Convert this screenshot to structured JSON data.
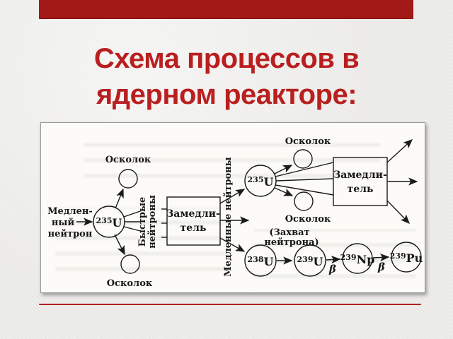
{
  "slide": {
    "title": {
      "line1": "Схема процессов в",
      "line2": "ядерном реакторе:"
    },
    "colors": {
      "top_bar": "#a31917",
      "title_text": "#b91f1f",
      "divider_line": "#b32222",
      "slide_background": "#e9e8e5",
      "panel_background": "#fcfbf8",
      "diagram_ink": "#1a1a1a"
    }
  },
  "diagram": {
    "slow_neutron": {
      "line1": "Медлен-",
      "line2": "ный",
      "line3": "нейтрон"
    },
    "fragment_label": "Осколок",
    "fast_neutrons": {
      "line1": "Быстрые",
      "line2": "нейтроны"
    },
    "moderator": {
      "line1": "Замедли-",
      "line2": "тель"
    },
    "slow_neutrons_label": "Медленные нейтроны",
    "capture": {
      "line1": "(Захват",
      "line2": "нейтрона)"
    },
    "beta": "β",
    "nuclides": {
      "u235_first": {
        "mass": "235",
        "symbol": "U"
      },
      "u235_second": {
        "mass": "235",
        "symbol": "U"
      },
      "u238": {
        "mass": "238",
        "symbol": "U"
      },
      "u239": {
        "mass": "239",
        "symbol": "U"
      },
      "np239": {
        "mass": "239",
        "symbol": "Np"
      },
      "pu239": {
        "mass": "239",
        "symbol": "Pu"
      }
    }
  }
}
